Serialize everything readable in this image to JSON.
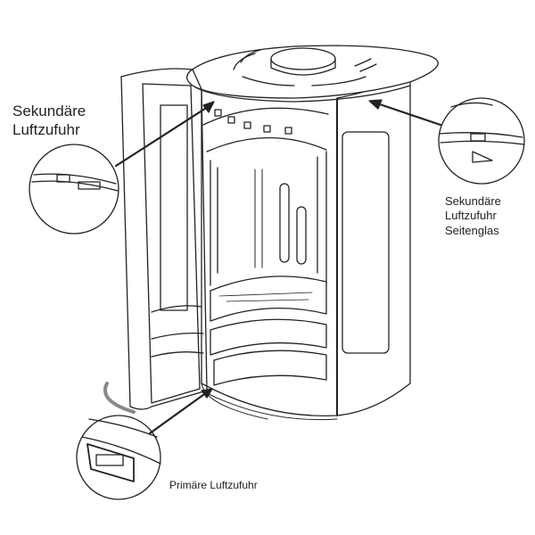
{
  "diagram": {
    "subject": "Kaminofen mit geöffneter Tür",
    "callouts": [
      {
        "id": "secondary-air",
        "lines": [
          "Sekundäre",
          "Luftzufuhr"
        ]
      },
      {
        "id": "secondary-air-side-glass",
        "lines": [
          "Sekundäre",
          "Luftzufuhr",
          "Seitenglas"
        ]
      },
      {
        "id": "primary-air",
        "lines": [
          "Primäre Luftzufuhr"
        ]
      }
    ]
  },
  "colors": {
    "line": "#222222",
    "background": "#ffffff"
  }
}
